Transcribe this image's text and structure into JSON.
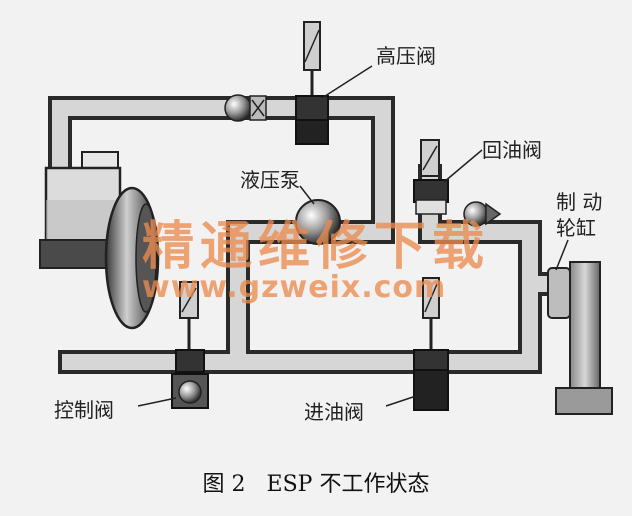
{
  "labels": {
    "high_pressure_valve": "高压阀",
    "return_valve": "回油阀",
    "hydraulic_pump": "液压泵",
    "brake_cylinder_line1": "制 动",
    "brake_cylinder_line2": "轮缸",
    "control_valve": "控制阀",
    "inlet_valve": "进油阀"
  },
  "watermark": {
    "site_name": "精通维修下载",
    "url": "www.gzweix.com"
  },
  "caption": {
    "figure_number": "图 2",
    "title": "ESP 不工作状态"
  }
}
